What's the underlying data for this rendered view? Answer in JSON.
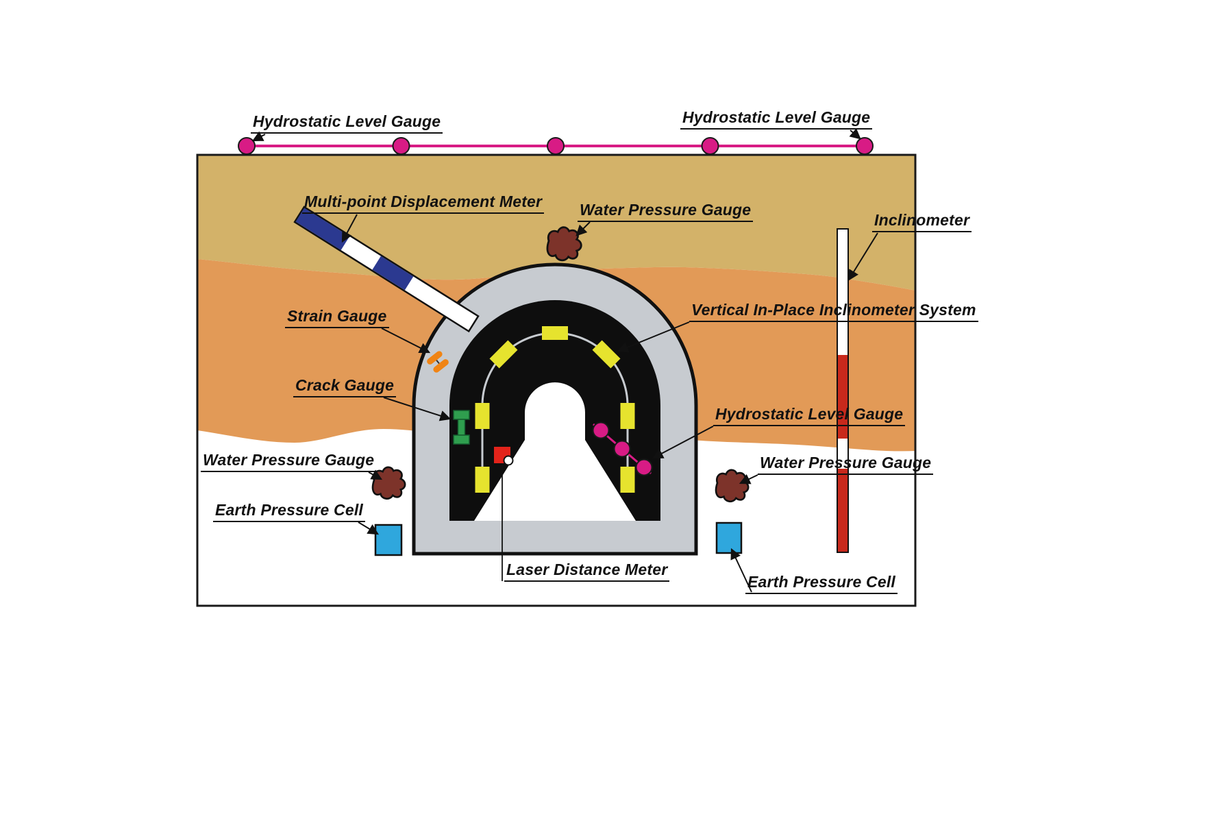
{
  "diagram": {
    "labels": {
      "hydro_top_left": "Hydrostatic Level Gauge",
      "hydro_top_right": "Hydrostatic Level Gauge",
      "multipoint": "Multi-point Displacement Meter",
      "water_top": "Water Pressure Gauge",
      "inclinometer": "Inclinometer",
      "strain": "Strain Gauge",
      "vertical_inclinometer": "Vertical In-Place Inclinometer System",
      "crack": "Crack Gauge",
      "hydro_inner": "Hydrostatic Level Gauge",
      "water_left": "Water Pressure Gauge",
      "earth_left": "Earth Pressure Cell",
      "laser": "Laser Distance Meter",
      "water_right": "Water Pressure Gauge",
      "earth_right": "Earth Pressure Cell"
    },
    "colors": {
      "soil_top": "#d3b269",
      "soil_mid": "#e29a57",
      "tunnel_lining": "#c7cbd0",
      "tunnel_dark": "#0e0e0e",
      "magenta": "#d81b85",
      "yellow": "#e6e32e",
      "green": "#2f9e4e",
      "orange": "#f08414",
      "red": "#e3231a",
      "bar_red": "#c8291c",
      "dark_red": "#7d332a",
      "blue": "#2fa7dd",
      "navy": "#2b3990"
    }
  }
}
